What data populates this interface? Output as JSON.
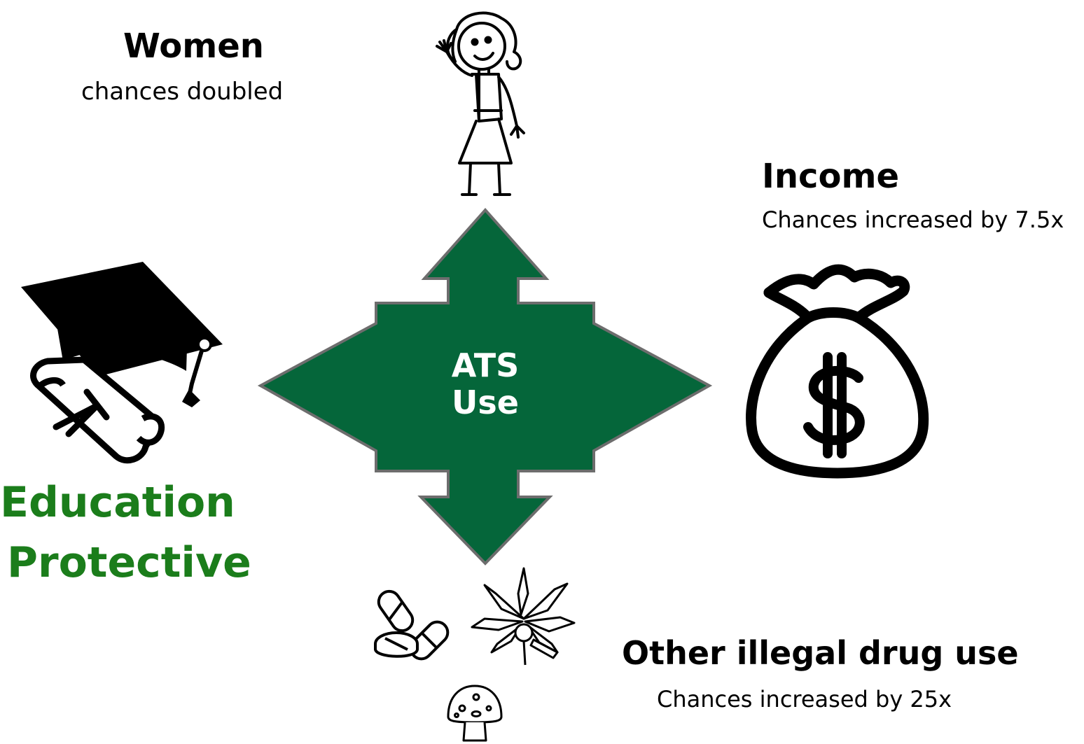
{
  "center": {
    "line1": "ATS",
    "line2": "Use",
    "fill_color": "#05663a",
    "border_color": "#6d6d6d"
  },
  "women": {
    "title": "Women",
    "subtitle": "chances doubled",
    "icon": "woman-stick-figure-icon"
  },
  "income": {
    "title": "Income",
    "subtitle": "Chances increased by 7.5x",
    "icon": "money-bag-icon"
  },
  "education": {
    "line1": "Education",
    "line2": "Protective",
    "color": "#1b7d1b",
    "icon": "graduation-cap-diploma-icon"
  },
  "drugs": {
    "title": "Other illegal drug use",
    "subtitle": "Chances increased by 25x",
    "icons": [
      "pills-icon",
      "cannabis-leaf-icon",
      "mushroom-icon"
    ]
  }
}
